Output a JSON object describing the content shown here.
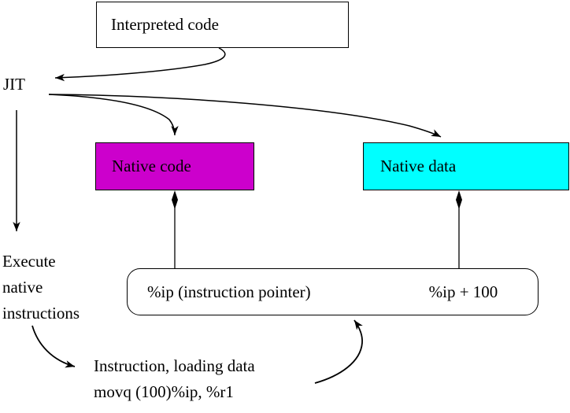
{
  "diagram": {
    "title": "JIT compilation and native execution flow",
    "colors": {
      "native_code_fill": "#cc00cc",
      "native_data_fill": "#00ffff",
      "box_stroke": "#000000",
      "background": "#ffffff"
    },
    "nodes": {
      "interpreted_code": "Interpreted code",
      "jit": "JIT",
      "native_code": "Native code",
      "native_data": "Native data",
      "ip_left": "%ip (instruction pointer)",
      "ip_right": "%ip + 100"
    },
    "labels": {
      "execute_line1": "Execute",
      "execute_line2": "native",
      "execute_line3": "instructions",
      "instruction_line1": "Instruction, loading data",
      "instruction_line2": "movq (100)%ip, %r1"
    },
    "edges": [
      {
        "name": "interpreted-code-to-jit",
        "from": "Interpreted code",
        "to": "JIT",
        "style": "curved-arrow"
      },
      {
        "name": "jit-to-native-code",
        "from": "JIT",
        "to": "Native code",
        "style": "curved-arrow"
      },
      {
        "name": "jit-to-native-data",
        "from": "JIT",
        "to": "Native data",
        "style": "curved-arrow"
      },
      {
        "name": "jit-to-execute",
        "from": "JIT",
        "to": "Execute native instructions",
        "style": "straight-arrow"
      },
      {
        "name": "ip-to-native-code",
        "from": "%ip (instruction pointer)",
        "to": "Native code",
        "style": "double-arrow"
      },
      {
        "name": "ip-offset-to-native-data",
        "from": "%ip + 100",
        "to": "Native data",
        "style": "double-arrow"
      },
      {
        "name": "execute-to-instruction",
        "from": "Execute native instructions",
        "to": "Instruction, loading data",
        "style": "curved-arrow"
      },
      {
        "name": "instruction-to-ip",
        "from": "Instruction, loading data",
        "to": "%ip (instruction pointer)",
        "style": "curved-arrow"
      }
    ]
  }
}
